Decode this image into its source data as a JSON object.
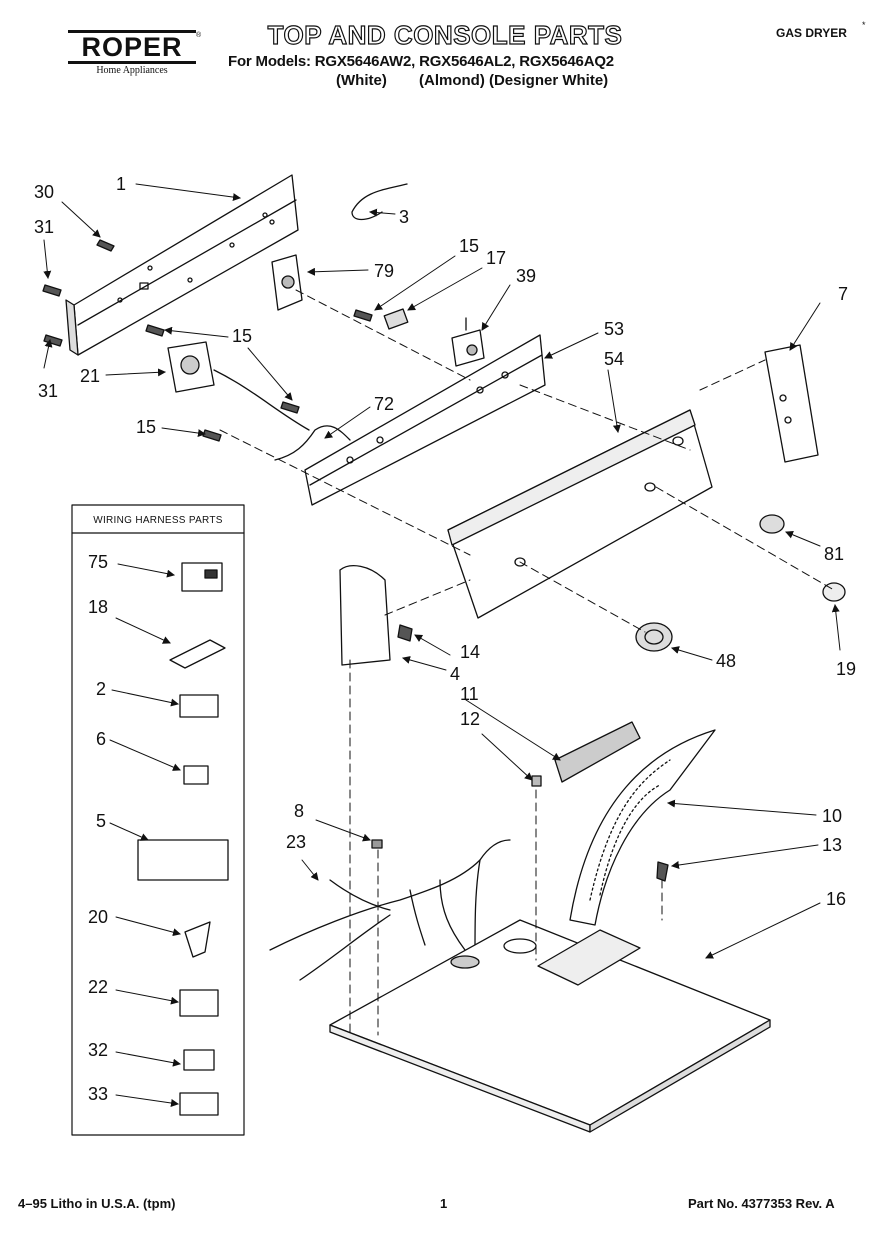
{
  "brand": {
    "logo": "ROPER",
    "tagline": "Home Appliances"
  },
  "header": {
    "title": "TOP AND CONSOLE PARTS",
    "models_line": "For Models: RGX5646AW2, RGX5646AL2, RGX5646AQ2",
    "color_white": "(White)",
    "color_almond_designer": "(Almond) (Designer White)",
    "category": "GAS DRYER"
  },
  "harness_box": {
    "title": "WIRING HARNESS PARTS",
    "callouts": [
      "75",
      "18",
      "2",
      "6",
      "5",
      "20",
      "22",
      "32",
      "33"
    ]
  },
  "callouts": {
    "c1": "1",
    "c30": "30",
    "c31a": "31",
    "c31b": "31",
    "c3": "3",
    "c15a": "15",
    "c17": "17",
    "c39": "39",
    "c79": "79",
    "c15b": "15",
    "c53": "53",
    "c54": "54",
    "c7": "7",
    "c21": "21",
    "c72": "72",
    "c15c": "15",
    "c81": "81",
    "c19": "19",
    "c14": "14",
    "c4": "4",
    "c48": "48",
    "c11": "11",
    "c12": "12",
    "c10": "10",
    "c8": "8",
    "c23": "23",
    "c13": "13",
    "c16": "16"
  },
  "footer": {
    "litho": "4–95 Litho in U.S.A. (tpm)",
    "page": "1",
    "part_no": "Part No. 4377353 Rev. A"
  }
}
